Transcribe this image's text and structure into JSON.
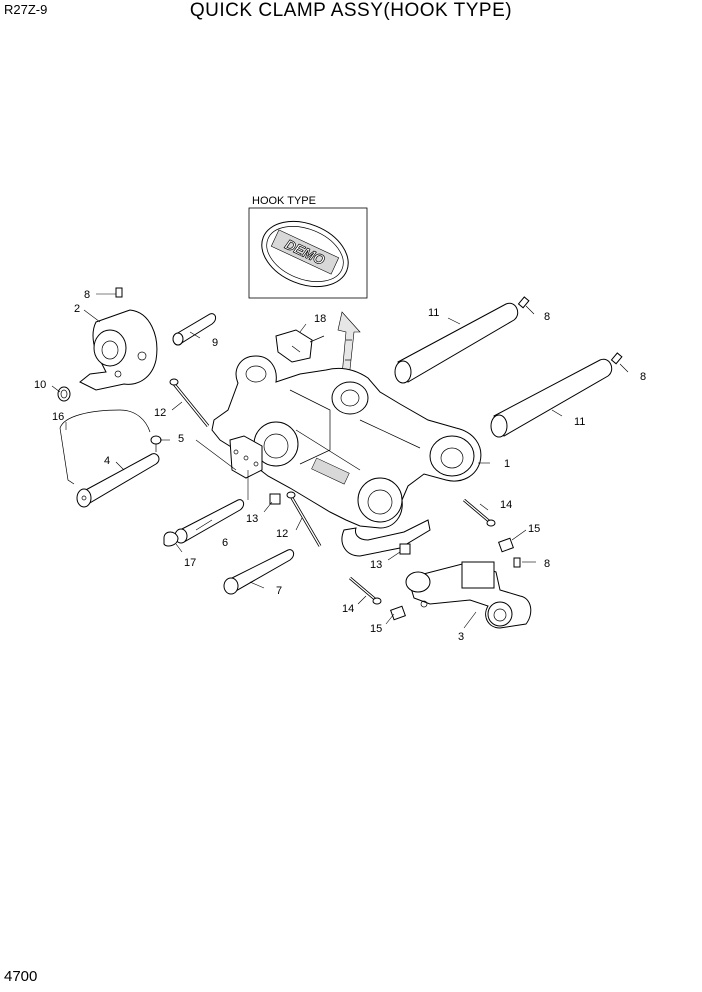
{
  "header": {
    "model": "R27Z-9",
    "title": "QUICK CLAMP ASSY(HOOK TYPE)"
  },
  "footer": {
    "page_number": "4700"
  },
  "inset": {
    "label": "HOOK TYPE",
    "logo_text": "DEMO"
  },
  "callouts": {
    "c1": "1",
    "c2": "2",
    "c3": "3",
    "c4": "4",
    "c5": "5",
    "c6": "6",
    "c7": "7",
    "c8a": "8",
    "c8b": "8",
    "c8c": "8",
    "c8d": "8",
    "c9": "9",
    "c10": "10",
    "c11a": "11",
    "c11b": "11",
    "c12a": "12",
    "c12b": "12",
    "c13a": "13",
    "c13b": "13",
    "c14a": "14",
    "c14b": "14",
    "c15a": "15",
    "c15b": "15",
    "c16": "16",
    "c17": "17",
    "c18": "18"
  }
}
